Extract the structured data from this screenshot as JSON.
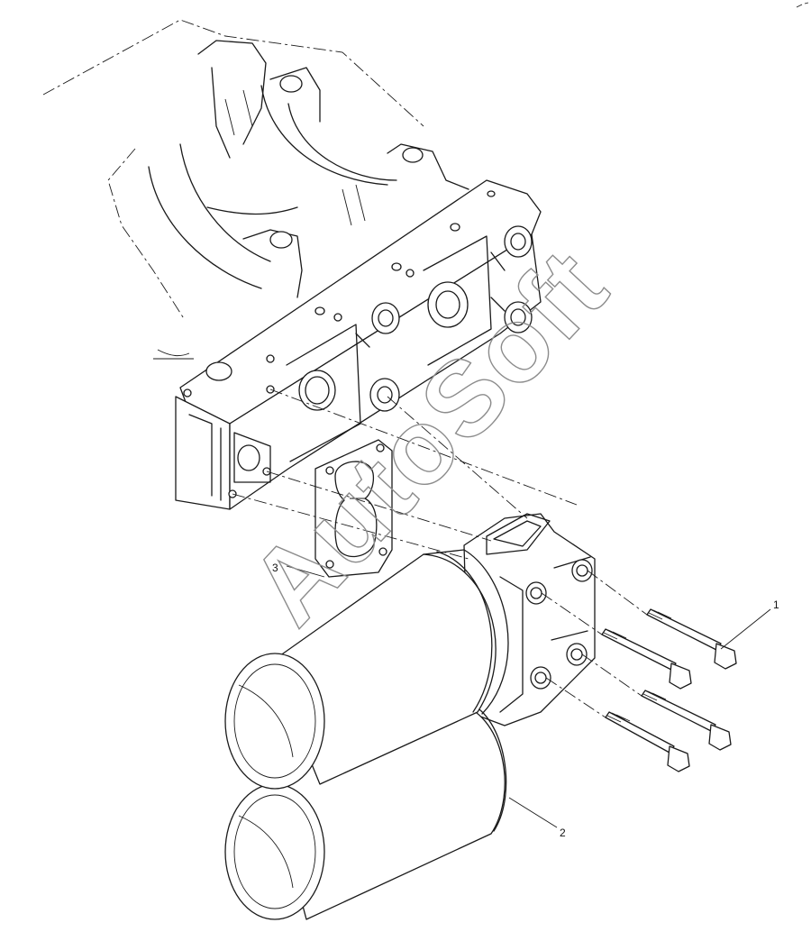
{
  "diagram": {
    "callouts": [
      {
        "id": "callout-1",
        "text": "1"
      },
      {
        "id": "callout-2",
        "text": "2"
      },
      {
        "id": "callout-3",
        "text": "3"
      }
    ],
    "watermark": "AutoSoft"
  }
}
